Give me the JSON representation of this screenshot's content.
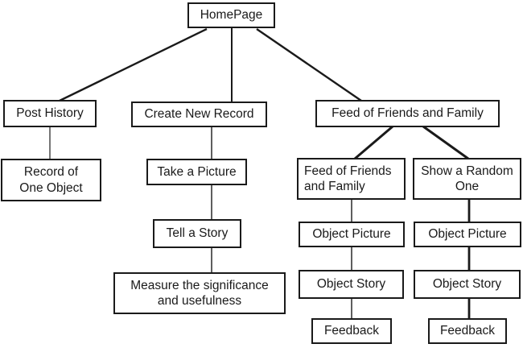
{
  "colors": {
    "ink": "#1a1a1a",
    "background": "#ffffff"
  },
  "nodes": {
    "homepage": {
      "label": "HomePage"
    },
    "post_history": {
      "label": "Post History"
    },
    "record_of_one_object": {
      "label": "Record of\nOne Object"
    },
    "create_new_record": {
      "label": "Create New Record"
    },
    "take_a_picture": {
      "label": "Take a Picture"
    },
    "tell_a_story": {
      "label": "Tell a Story"
    },
    "measure_significance": {
      "label": "Measure the significance\nand usefulness"
    },
    "feed_parent": {
      "label": "Feed of Friends and Family"
    },
    "feed_child": {
      "label": "Feed of Friends\nand Family"
    },
    "show_a_random_one": {
      "label": "Show a Random\nOne"
    },
    "object_picture_left": {
      "label": "Object Picture"
    },
    "object_picture_right": {
      "label": "Object Picture"
    },
    "object_story_left": {
      "label": "Object Story"
    },
    "object_story_right": {
      "label": "Object Story"
    },
    "feedback_left": {
      "label": "Feedback"
    },
    "feedback_right": {
      "label": "Feedback"
    }
  },
  "edges": [
    {
      "from": "homepage",
      "to": "post_history"
    },
    {
      "from": "homepage",
      "to": "create_new_record"
    },
    {
      "from": "homepage",
      "to": "feed_parent"
    },
    {
      "from": "post_history",
      "to": "record_of_one_object"
    },
    {
      "from": "create_new_record",
      "to": "take_a_picture"
    },
    {
      "from": "take_a_picture",
      "to": "tell_a_story"
    },
    {
      "from": "tell_a_story",
      "to": "measure_significance"
    },
    {
      "from": "feed_parent",
      "to": "feed_child"
    },
    {
      "from": "feed_parent",
      "to": "show_a_random_one"
    },
    {
      "from": "feed_child",
      "to": "object_picture_left"
    },
    {
      "from": "object_picture_left",
      "to": "object_story_left"
    },
    {
      "from": "object_story_left",
      "to": "feedback_left"
    },
    {
      "from": "show_a_random_one",
      "to": "object_picture_right"
    },
    {
      "from": "object_picture_right",
      "to": "object_story_right"
    },
    {
      "from": "object_story_right",
      "to": "feedback_right"
    }
  ]
}
